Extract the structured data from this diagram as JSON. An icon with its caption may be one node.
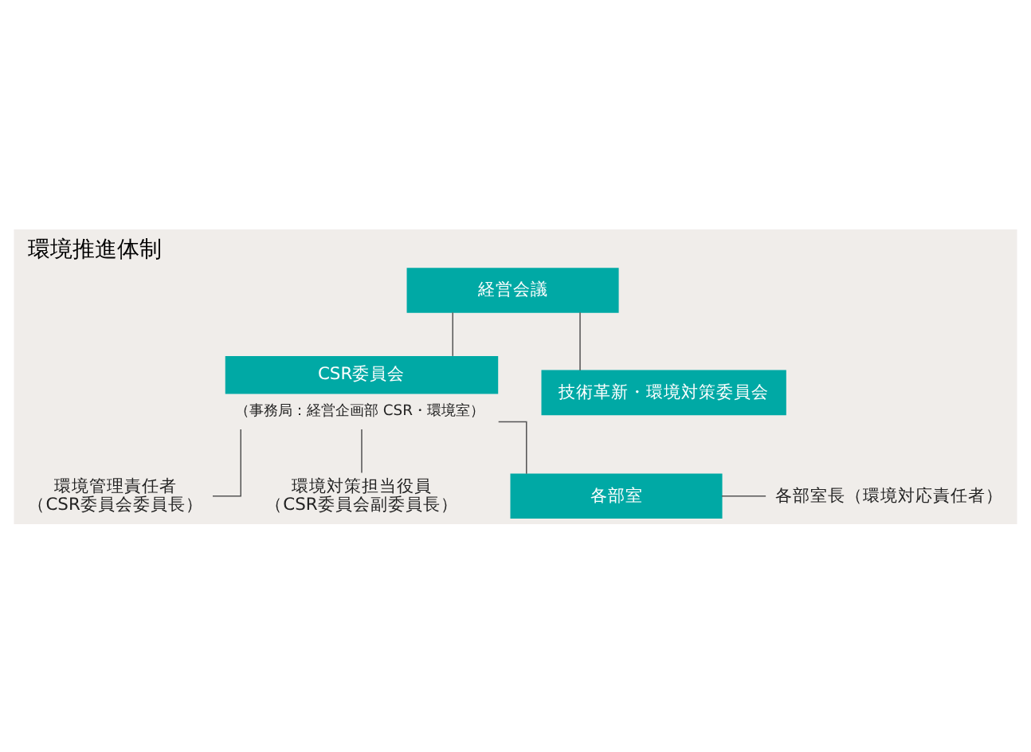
{
  "diagram": {
    "title": "環境推進体制",
    "nodes": [
      {
        "text": [
          "経営会議"
        ]
      },
      {
        "text": [
          "CSR委員会"
        ],
        "beside": [
          "（事務局：経営企画部 CSR・環境室）"
        ]
      },
      {
        "text": [
          "技術革新・環境対策委員会"
        ]
      },
      {
        "text": [
          "環境管理責任者",
          "（CSR委員会委員長）"
        ]
      },
      {
        "text": [
          "環境対策担当役員",
          "（CSR委員会副委員長）"
        ]
      },
      {
        "text": [
          "各部室"
        ]
      },
      {
        "text": [
          "各部室長（環境対応責任者）"
        ]
      }
    ],
    "edges": [
      {
        "from": 0,
        "to": 1,
        "arrow": "none"
      },
      {
        "from": 0,
        "to": 2,
        "arrow": "none"
      },
      {
        "from": 1,
        "to": 3,
        "arrow": "none"
      },
      {
        "from": 1,
        "to": 4,
        "arrow": "none"
      },
      {
        "from": 1,
        "to": 5,
        "arrow": "none"
      },
      {
        "from": 5,
        "to": 6,
        "arrow": "none"
      }
    ]
  }
}
